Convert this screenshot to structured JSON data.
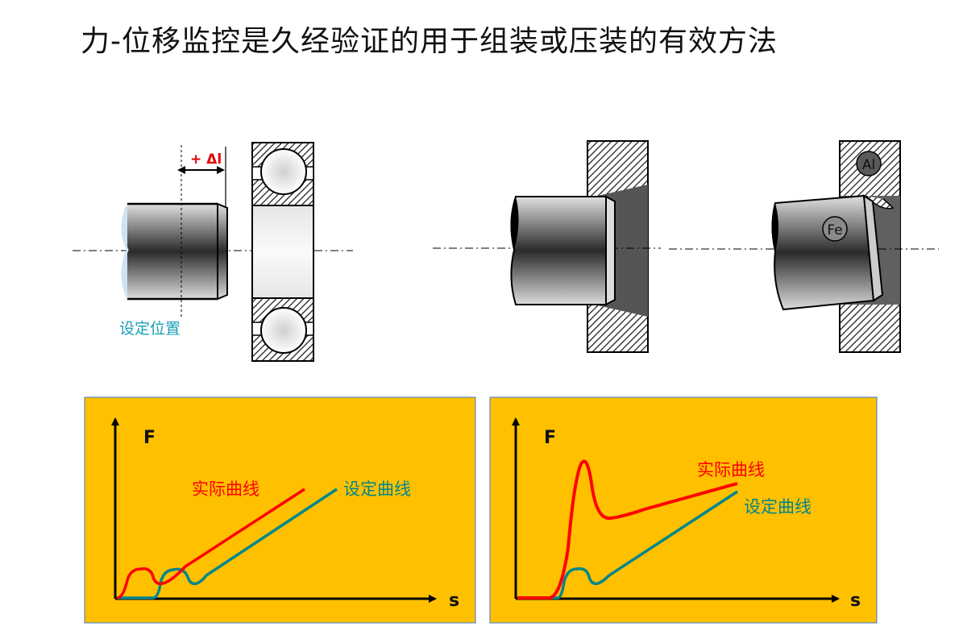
{
  "title": "力-位移监控是久经验证的用于组装或压装的有效方法",
  "diagram_left": {
    "delta_label": "+ Δl",
    "set_position_label": "设定位置"
  },
  "diagram_right": {
    "material_housing": "Al",
    "material_shaft": "Fe"
  },
  "chart_left": {
    "y_axis": "F",
    "x_axis": "s",
    "actual_curve_label": "实际曲线",
    "set_curve_label": "设定曲线"
  },
  "chart_right": {
    "y_axis": "F",
    "x_axis": "s",
    "actual_curve_label": "实际曲线",
    "set_curve_label": "设定曲线"
  },
  "colors": {
    "panel": "#FFC000",
    "actual": "#FF0000",
    "set": "#00868B",
    "label_teal": "#1AA0B8"
  }
}
